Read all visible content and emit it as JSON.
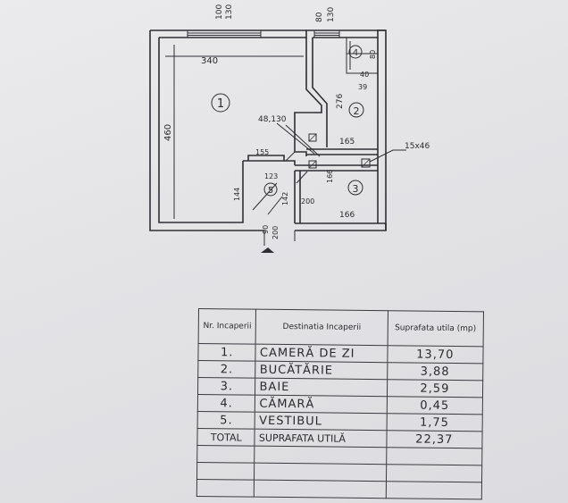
{
  "plan": {
    "dims": {
      "d100": "100",
      "d130a": "130",
      "d80": "80",
      "d130b": "130",
      "d340": "340",
      "d460": "460",
      "d276": "276",
      "d39": "39",
      "d80b": "80",
      "d40": "40",
      "d165a": "165",
      "d48130": "48,130",
      "d155": "155",
      "d15x46": "15x46",
      "d123": "123",
      "d144": "144",
      "d142": "142",
      "d200a": "200",
      "d166a": "166",
      "d166b": "166",
      "d90": "90",
      "d200b": "200"
    },
    "rooms": [
      "1",
      "2",
      "3",
      "4",
      "5"
    ]
  },
  "table": {
    "headers": {
      "nr": "Nr. Incaperii",
      "dest": "Destinatia Incaperii",
      "supr": "Suprafata utila (mp)"
    },
    "rows": [
      {
        "nr": "1.",
        "dest": "CAMERĂ DE ZI",
        "supr": "13,70"
      },
      {
        "nr": "2.",
        "dest": "BUCĂTĂRIE",
        "supr": "3,88"
      },
      {
        "nr": "3.",
        "dest": "BAIE",
        "supr": "2,59"
      },
      {
        "nr": "4.",
        "dest": "CĂMARĂ",
        "supr": "0,45"
      },
      {
        "nr": "5.",
        "dest": "VESTIBUL",
        "supr": "1,75"
      }
    ],
    "total": {
      "nr": "TOTAL",
      "dest": "SUPRAFATA UTILĂ",
      "supr": "22,37"
    }
  }
}
